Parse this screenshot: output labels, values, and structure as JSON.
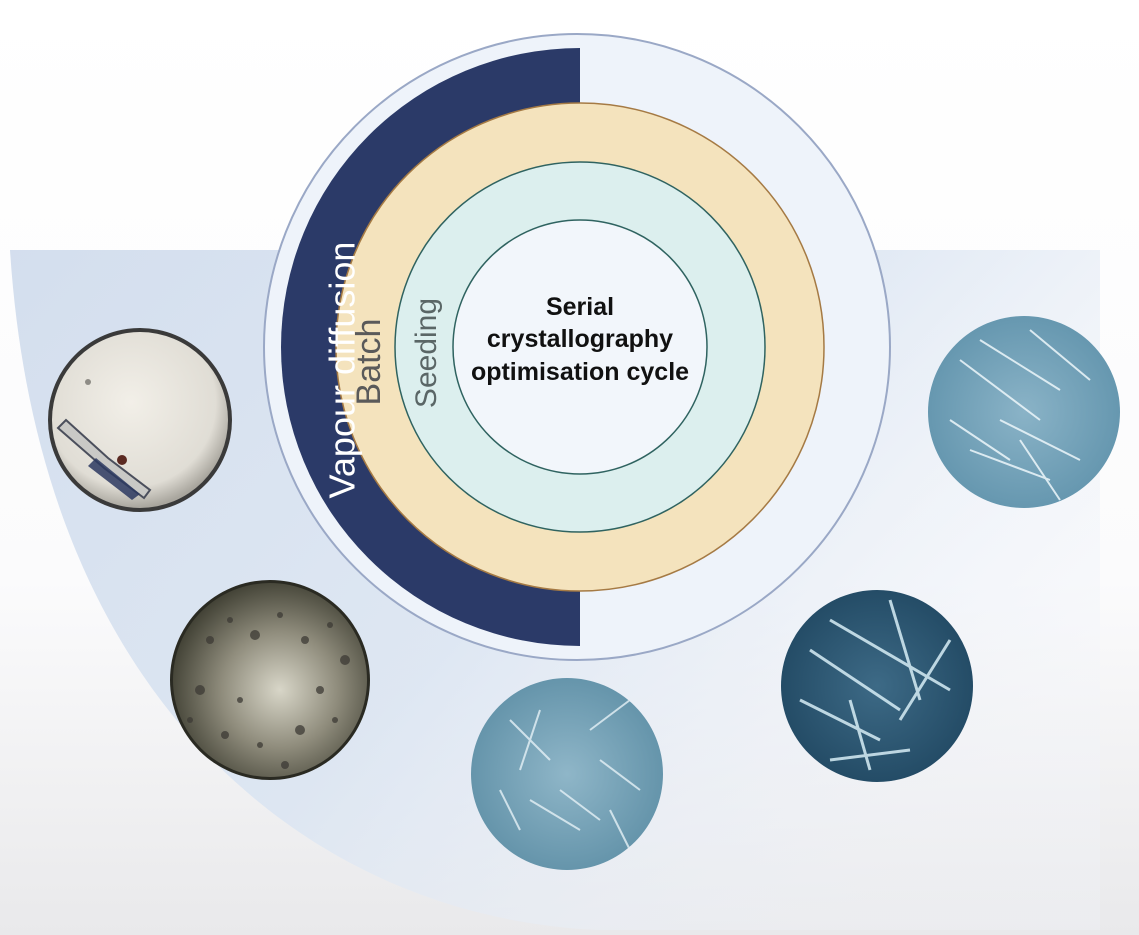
{
  "diagram": {
    "center_title": {
      "line1": "Serial",
      "line2": "crystallography",
      "line3": "optimisation cycle"
    },
    "rings": {
      "outer": "Vapour diffusion",
      "middle": "Batch",
      "inner": "Seeding"
    },
    "photos": [
      {
        "name": "single-large-crystal-photo"
      },
      {
        "name": "dense-microcrystal-slurry-photo"
      },
      {
        "name": "microcrystal-cluster-photo"
      },
      {
        "name": "needle-crystals-photo"
      },
      {
        "name": "fine-needle-crystals-photo"
      }
    ],
    "colors": {
      "navy": "#2b3a68",
      "batch_ring": "#f4e3bd",
      "seeding_ring": "#dcefee",
      "center": "#f2f6fb",
      "background_band": "#d6e1f0"
    }
  }
}
